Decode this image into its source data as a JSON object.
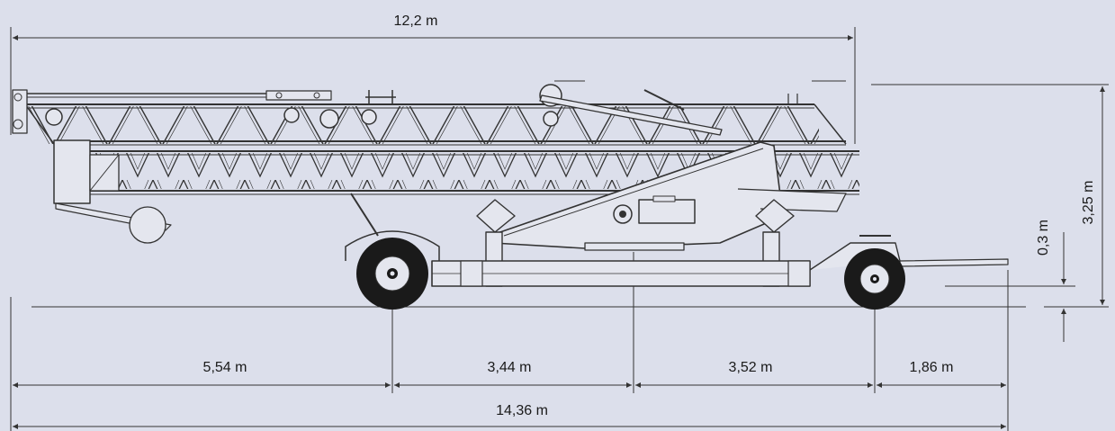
{
  "colors": {
    "background": "#dcdfeb",
    "line": "#333333",
    "crane_fill": "#e4e6ee",
    "tire": "#1a1a1a"
  },
  "dimensions": {
    "overall_top": "12,2 m",
    "height": "3,25 m",
    "clearance": "0,3 m",
    "seg_front": "5,54 m",
    "seg_mid1": "3,44 m",
    "seg_mid2": "3,52 m",
    "seg_rear": "1,86 m",
    "overall_bottom": "14,36 m"
  }
}
